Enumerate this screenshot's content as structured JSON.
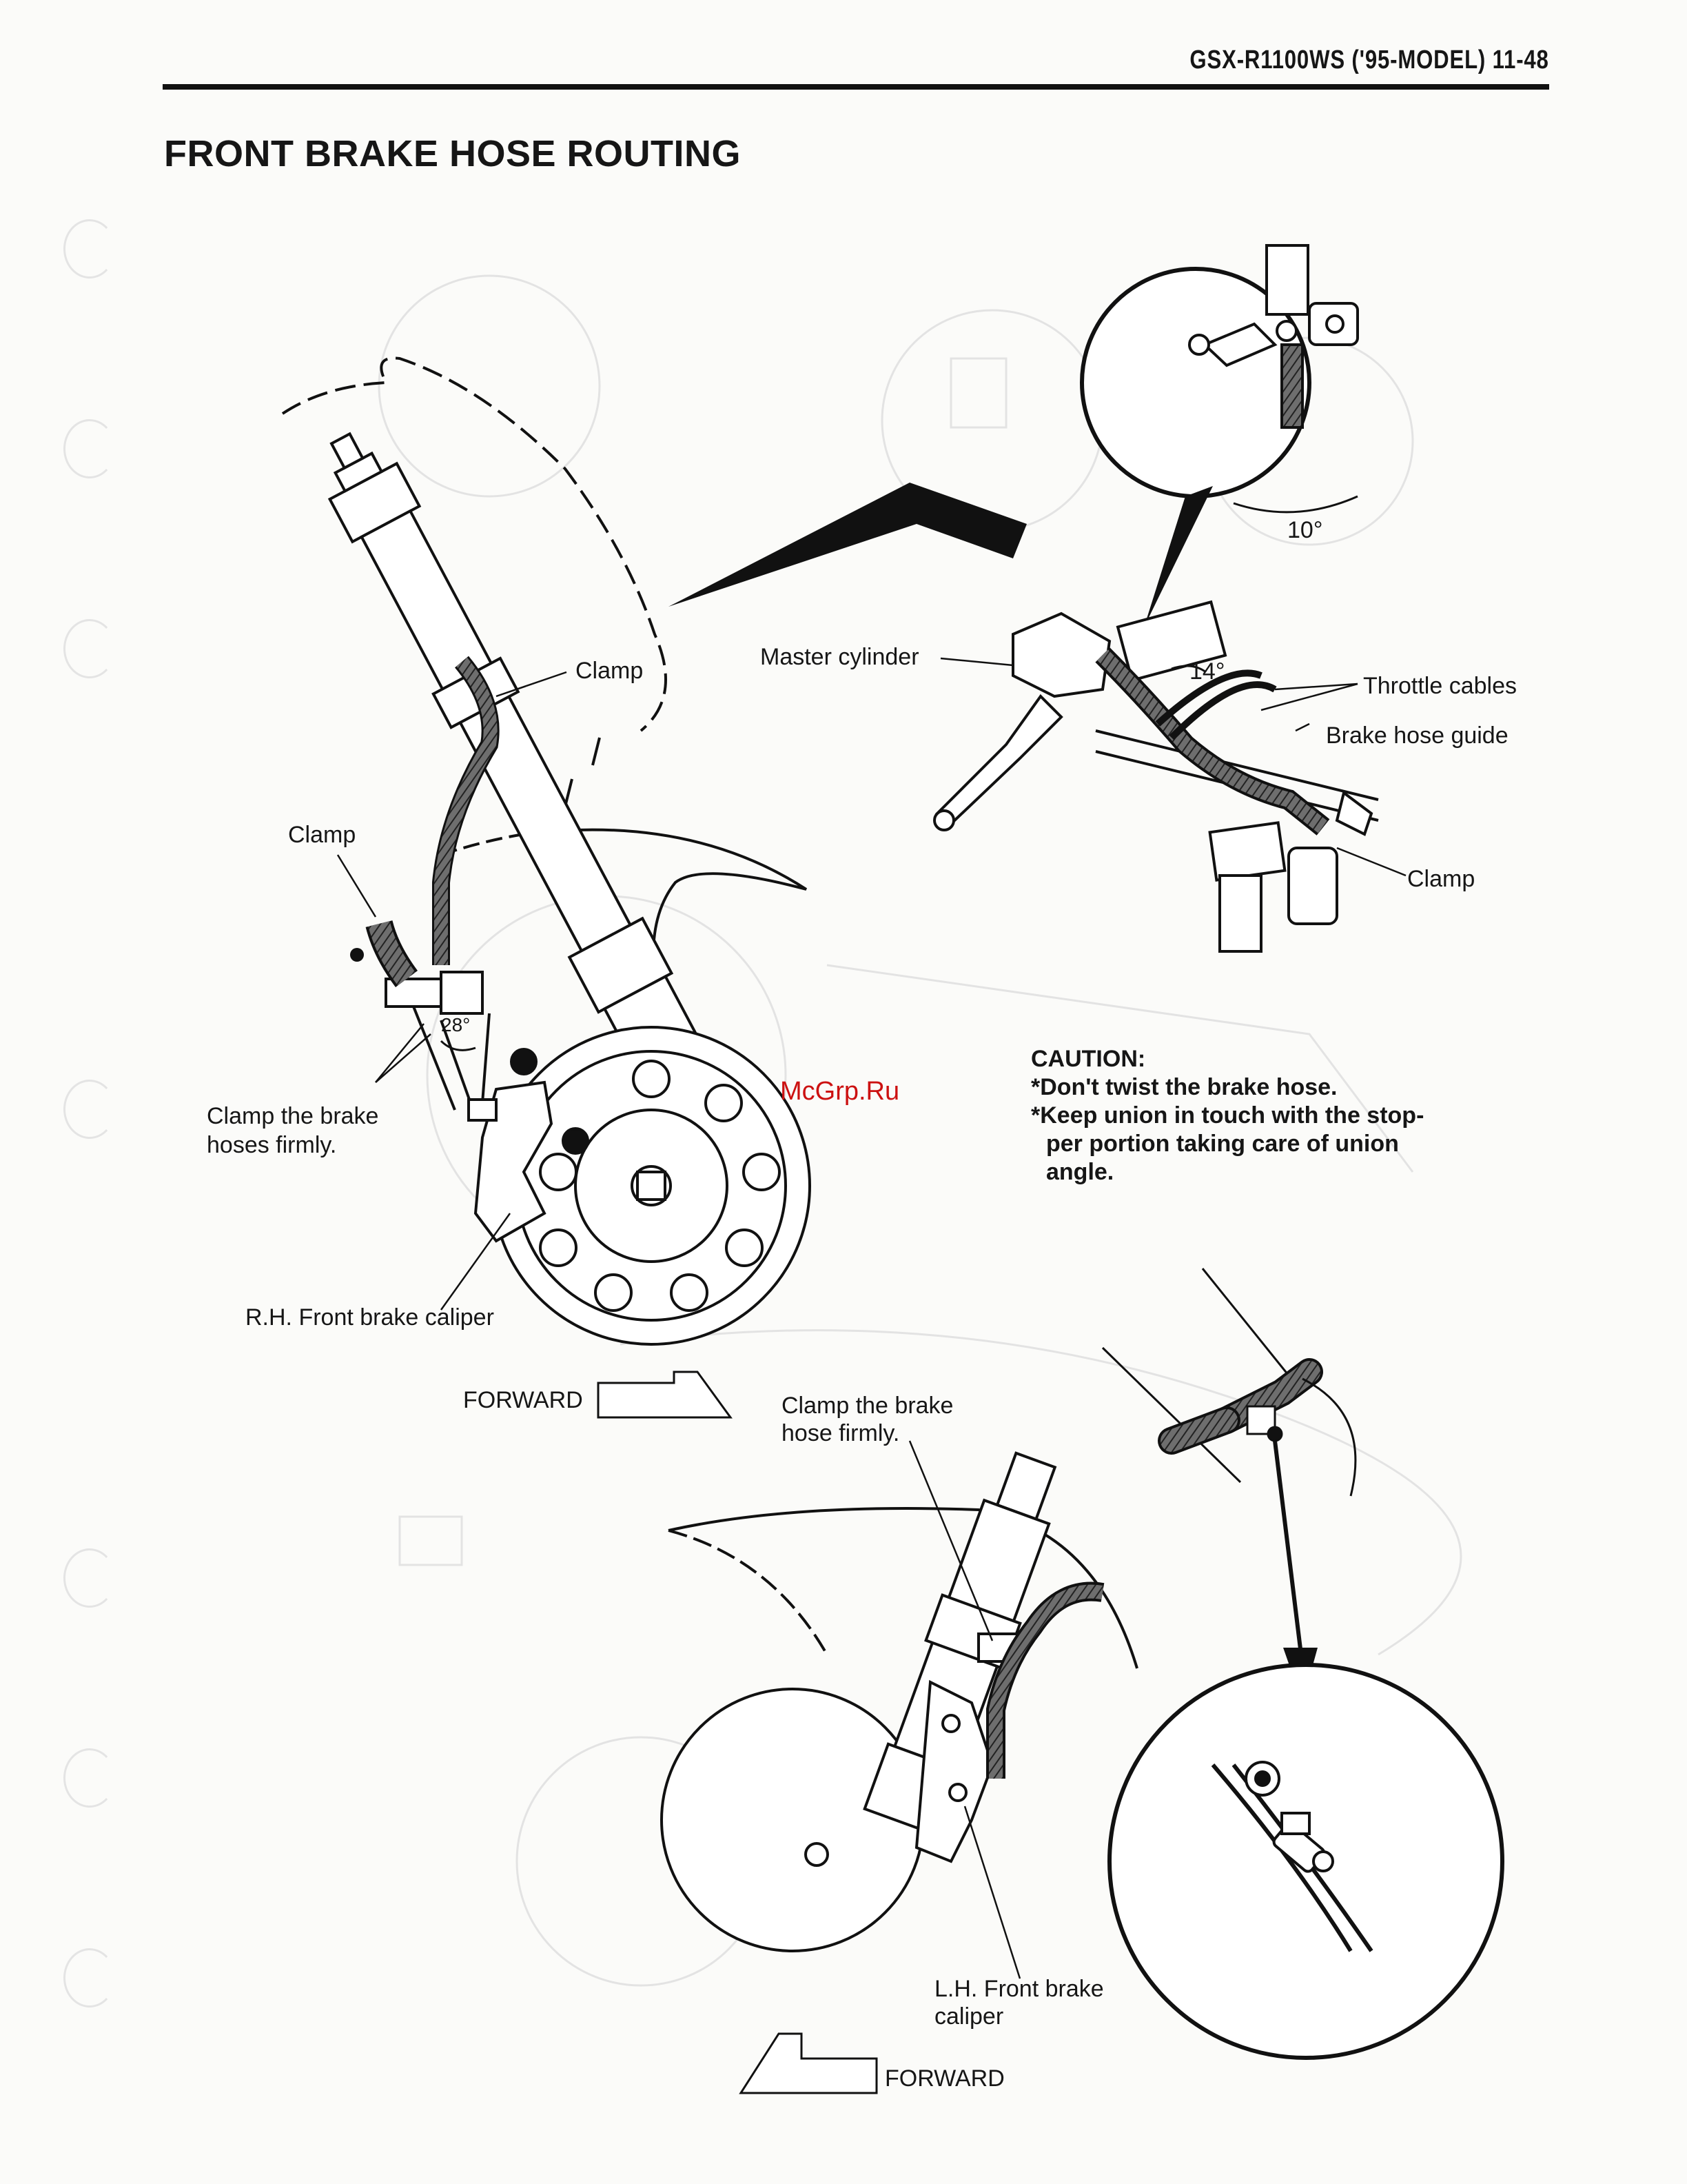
{
  "header": {
    "title": "GSX-R1100WS ('95-MODEL) 11-48"
  },
  "section": {
    "title": "FRONT BRAKE HOSE ROUTING"
  },
  "labels": {
    "clamp_top": "Clamp",
    "clamp_left": "Clamp",
    "clamp_hoses_line1": "Clamp the brake",
    "clamp_hoses_line2": "hoses firmly.",
    "angle_28": "28°",
    "rh_caliper": "R.H. Front brake caliper",
    "forward_top": "FORWARD",
    "master_cylinder": "Master cylinder",
    "angle_10": "10°",
    "angle_14": "14°",
    "throttle_cables": "Throttle cables",
    "brake_hose_guide": "Brake hose guide",
    "clamp_right": "Clamp",
    "clamp_hose_line1": "Clamp the brake",
    "clamp_hose_line2": "hose firmly.",
    "lh_caliper_line1": "L.H. Front brake",
    "lh_caliper_line2": "caliper",
    "forward_bottom": "FORWARD"
  },
  "caution": {
    "heading": "CAUTION:",
    "line1": "*Don't twist the brake hose.",
    "line2": "*Keep union in touch with the stop-",
    "line3": "per portion taking care of union",
    "line4": "angle."
  },
  "watermark": "McGrp.Ru"
}
